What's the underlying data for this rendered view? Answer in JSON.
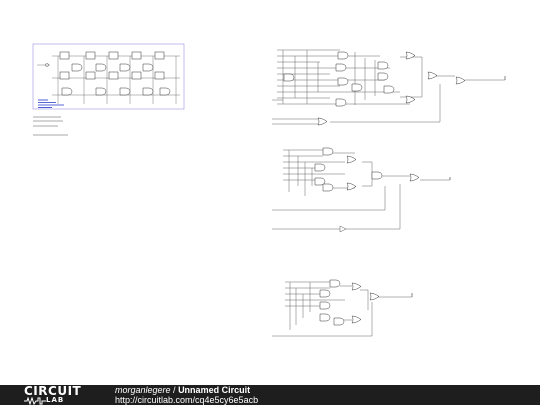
{
  "footer": {
    "logo_top": "CIRCUIT",
    "logo_bottom": "LAB",
    "author": "morganlegere",
    "separator": " / ",
    "title": "Unnamed Circuit",
    "url": "http://circuitlab.com/cq4e5cy6e5acb"
  },
  "colors": {
    "wire": "#555555",
    "gate": "#333333",
    "schematic_border": "#9b8fe0",
    "schematic_text_blue": "#2233cc",
    "footer_bg": "#1e1e1e"
  },
  "icons": {
    "logo": "circuitlab-logo-icon"
  }
}
